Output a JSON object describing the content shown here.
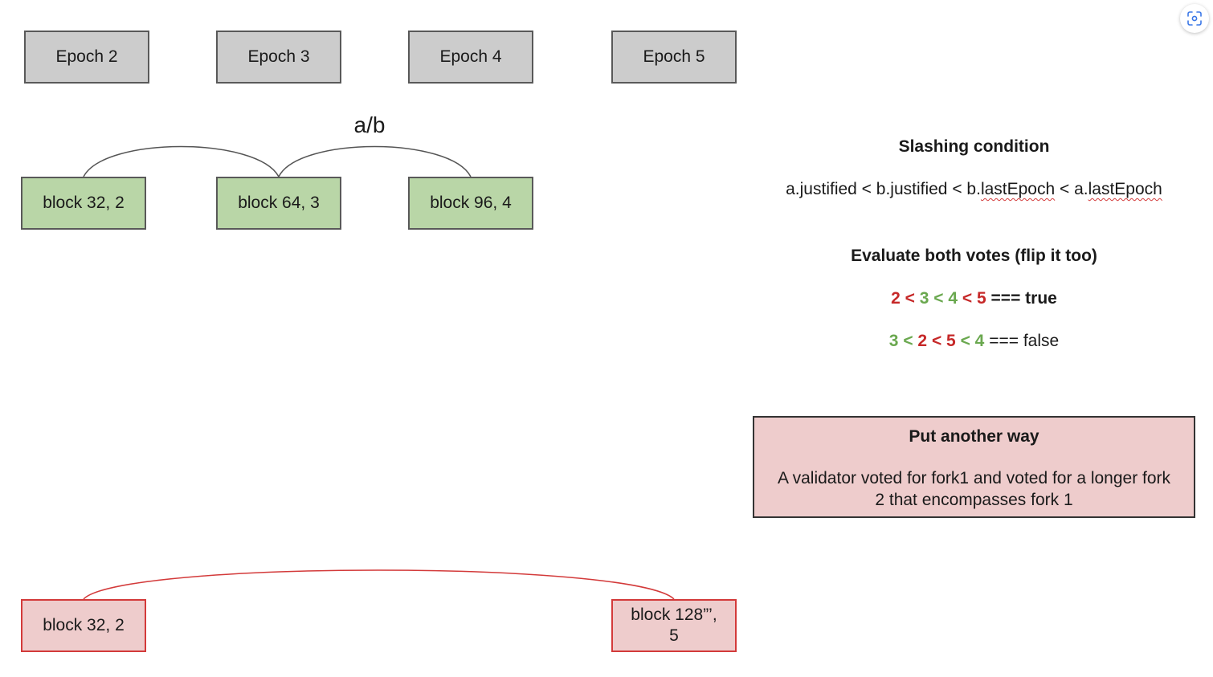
{
  "epochs": [
    "Epoch 2",
    "Epoch 3",
    "Epoch 4",
    "Epoch 5"
  ],
  "arc_label": "a/b",
  "green_blocks": [
    "block 32, 2",
    "block 64, 3",
    "block 96, 4"
  ],
  "red_blocks": {
    "left": "block 32, 2",
    "right_line1": "block 128”’,",
    "right_line2": "5"
  },
  "slashing": {
    "title": "Slashing condition",
    "p1": "a.justified < b.justified < b.",
    "w1": "lastEpoch",
    "p2": " < a.",
    "w2": "lastEpoch"
  },
  "evaluate": {
    "title": "Evaluate both votes (flip it too)",
    "expr1": [
      {
        "t": "2",
        "c": "r"
      },
      {
        "t": " < ",
        "c": "r"
      },
      {
        "t": "3",
        "c": "g"
      },
      {
        "t": " < ",
        "c": "g"
      },
      {
        "t": "4",
        "c": "g"
      },
      {
        "t": " < ",
        "c": "r"
      },
      {
        "t": "5",
        "c": "r"
      }
    ],
    "result1": " === true",
    "expr2": [
      {
        "t": "3",
        "c": "g"
      },
      {
        "t": " < ",
        "c": "g"
      },
      {
        "t": "2",
        "c": "r"
      },
      {
        "t": " < ",
        "c": "r"
      },
      {
        "t": "5",
        "c": "r"
      },
      {
        "t": " < ",
        "c": "g"
      },
      {
        "t": "4",
        "c": "g"
      }
    ],
    "result2": " === false"
  },
  "note": {
    "title": "Put another way",
    "body_line1": "A validator voted for fork1 and voted for a longer fork",
    "body_line2": "2 that encompasses fork 1"
  },
  "colors": {
    "red": "#c62828",
    "green": "#6aa84f"
  },
  "icons": {
    "corner_button": "scan-icon"
  }
}
